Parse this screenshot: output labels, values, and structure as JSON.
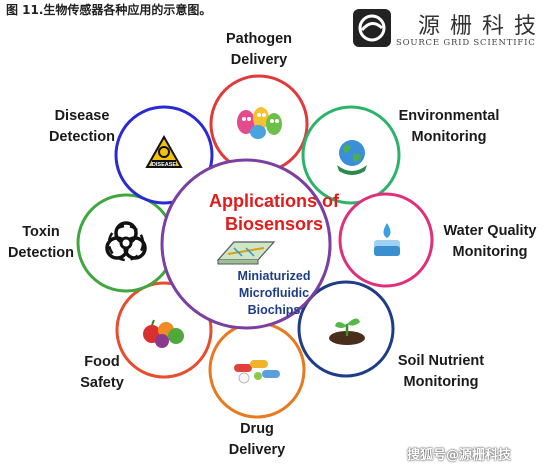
{
  "caption": "图 11.生物传感器各种应用的示意图。",
  "logo": {
    "chinese": "源栅科技",
    "english": "SOURCE GRID SCIENTIFIC"
  },
  "center": {
    "title_line1": "Applications of",
    "title_line2": "Biosensors",
    "sub_line1": "Miniaturized",
    "sub_line2": "Microfluidic",
    "sub_line3": "Biochips"
  },
  "applications": {
    "pathogen": {
      "line1": "Pathogen",
      "line2": "Delivery",
      "color": "#e23a3a"
    },
    "environmental": {
      "line1": "Environmental",
      "line2": "Monitoring",
      "color": "#2bb36a"
    },
    "water": {
      "line1": "Water Quality",
      "line2": "Monitoring",
      "color": "#e0307a"
    },
    "soil": {
      "line1": "Soil Nutrient",
      "line2": "Monitoring",
      "color": "#1f3c86"
    },
    "drug": {
      "line1": "Drug",
      "line2": "Delivery",
      "color": "#e8791e"
    },
    "food": {
      "line1": "Food",
      "line2": "Safety",
      "color": "#e84c2c"
    },
    "toxin": {
      "line1": "Toxin",
      "line2": "Detection",
      "color": "#3ea83e"
    },
    "disease": {
      "line1": "Disease",
      "line2": "Detection",
      "color": "#2a2ad4"
    }
  },
  "icons": {
    "disease_badge": "DISEASE"
  },
  "center_circle_color": "#7a3fa0",
  "watermark": "搜狐号@源栅科技"
}
